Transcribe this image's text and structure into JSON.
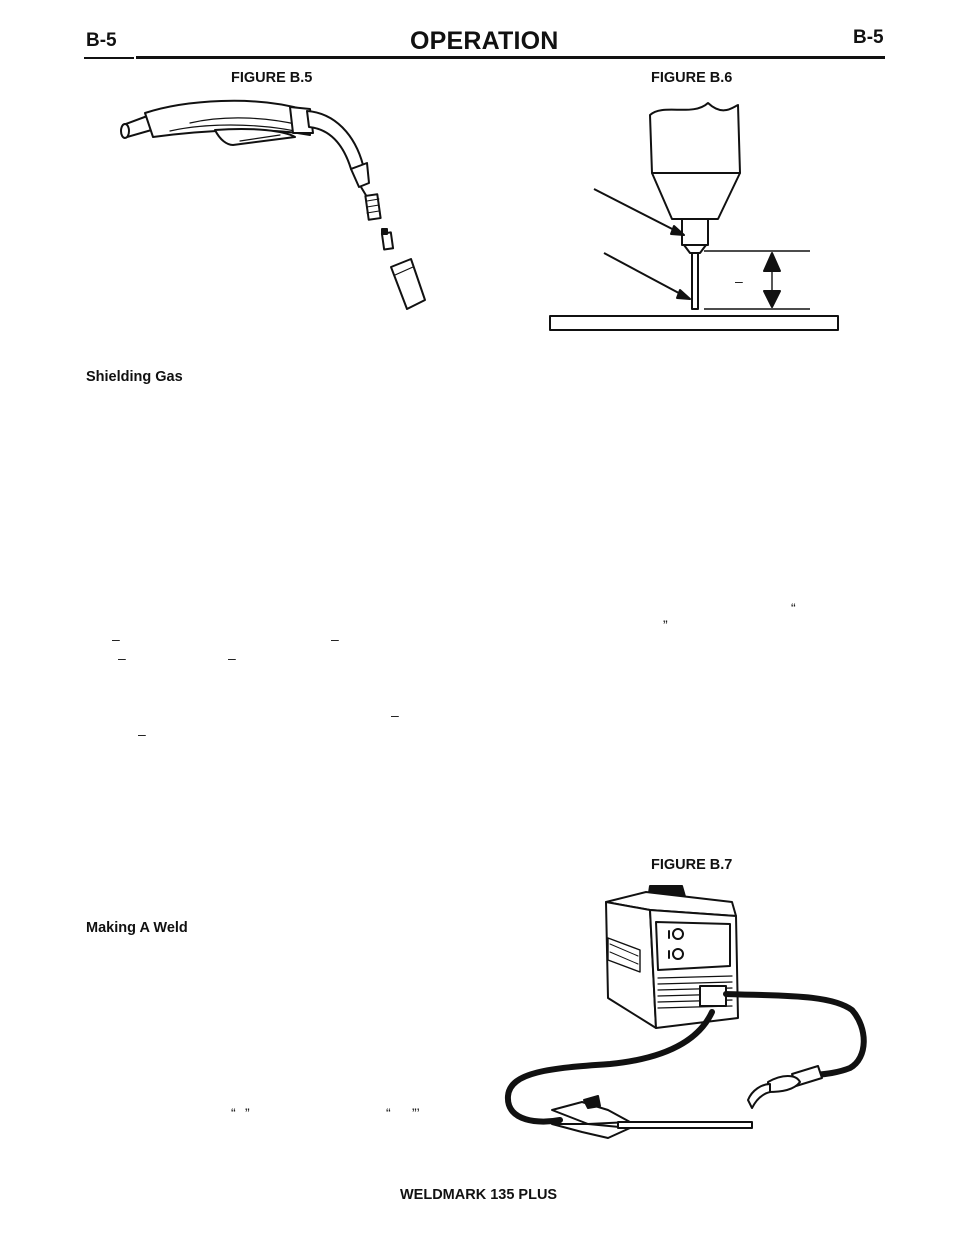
{
  "header": {
    "page_left": "B-5",
    "title": "OPERATION",
    "page_right": "B-5"
  },
  "figures": {
    "b5": {
      "caption": "FIGURE B.5",
      "icon": "welding-gun-parts-icon"
    },
    "b6": {
      "caption": "FIGURE B.6",
      "icon": "contact-tip-stickout-icon",
      "dimension_mark": "–"
    },
    "b7": {
      "caption": "FIGURE B.7",
      "icon": "welder-setup-icon"
    }
  },
  "sections": {
    "shielding_gas": {
      "heading": "Shielding Gas"
    },
    "making_a_weld": {
      "heading": "Making A Weld"
    }
  },
  "stray_marks": {
    "right_open_quote": "“",
    "right_close_quote": "”",
    "dash_1": "–",
    "dash_2": "–",
    "dash_3": "–",
    "dash_4": "–",
    "dash_5": "–",
    "dash_6": "–",
    "bottom_open_1": "“",
    "bottom_close_1": "”",
    "bottom_open_2": "“",
    "bottom_close_2": "”’"
  },
  "footer": {
    "product": "WELDMARK 135 PLUS"
  }
}
